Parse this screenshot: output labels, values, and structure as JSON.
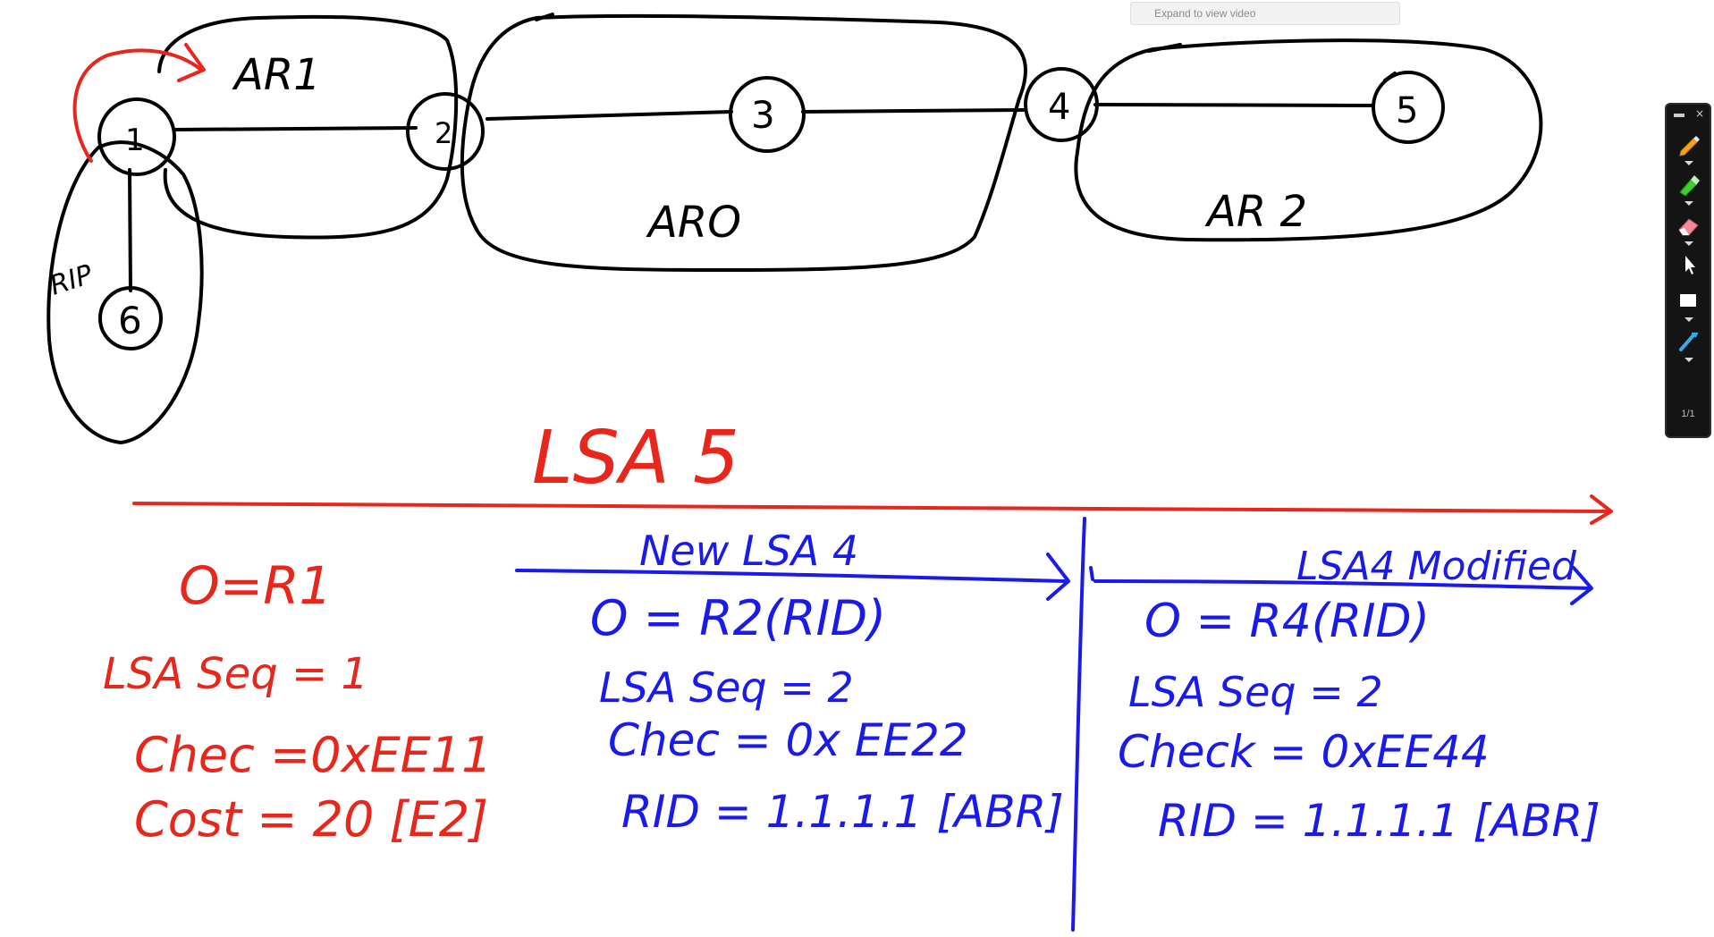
{
  "video_hint": {
    "label": "Expand to view video"
  },
  "toolbar": {
    "page_indicator": "1/1",
    "tools": [
      {
        "name": "pencil-icon"
      },
      {
        "name": "highlighter-icon"
      },
      {
        "name": "eraser-icon"
      },
      {
        "name": "pointer-icon"
      },
      {
        "name": "shape-icon"
      },
      {
        "name": "laser-pointer-icon"
      }
    ]
  },
  "diagram": {
    "areas": {
      "area1": "AR1",
      "area0": "ARO",
      "area2": "AR 2",
      "rip": "RIP"
    },
    "routers": {
      "r1": "1",
      "r2": "2",
      "r3": "3",
      "r4": "4",
      "r5": "5",
      "r6": "6"
    }
  },
  "notes": {
    "heading": "LSA 5",
    "red": {
      "originator": "O=R1",
      "seq": "LSA Seq = 1",
      "checksum": "Chec =0xEE11",
      "cost": "Cost = 20 [E2]"
    },
    "blue_mid": {
      "title": "New LSA 4",
      "originator": "O = R2(RID)",
      "seq": "LSA Seq = 2",
      "checksum": "Chec = 0x EE22",
      "rid": "RID = 1.1.1.1 [ABR]"
    },
    "blue_right": {
      "title": "LSA4 Modified",
      "originator": "O = R4(RID)",
      "seq": "LSA Seq = 2",
      "checksum": "Check = 0xEE44",
      "rid": "RID = 1.1.1.1 [ABR]"
    }
  },
  "colors": {
    "ink_black": "#000000",
    "ink_red": "#e8261c",
    "ink_blue": "#1a1aea"
  }
}
